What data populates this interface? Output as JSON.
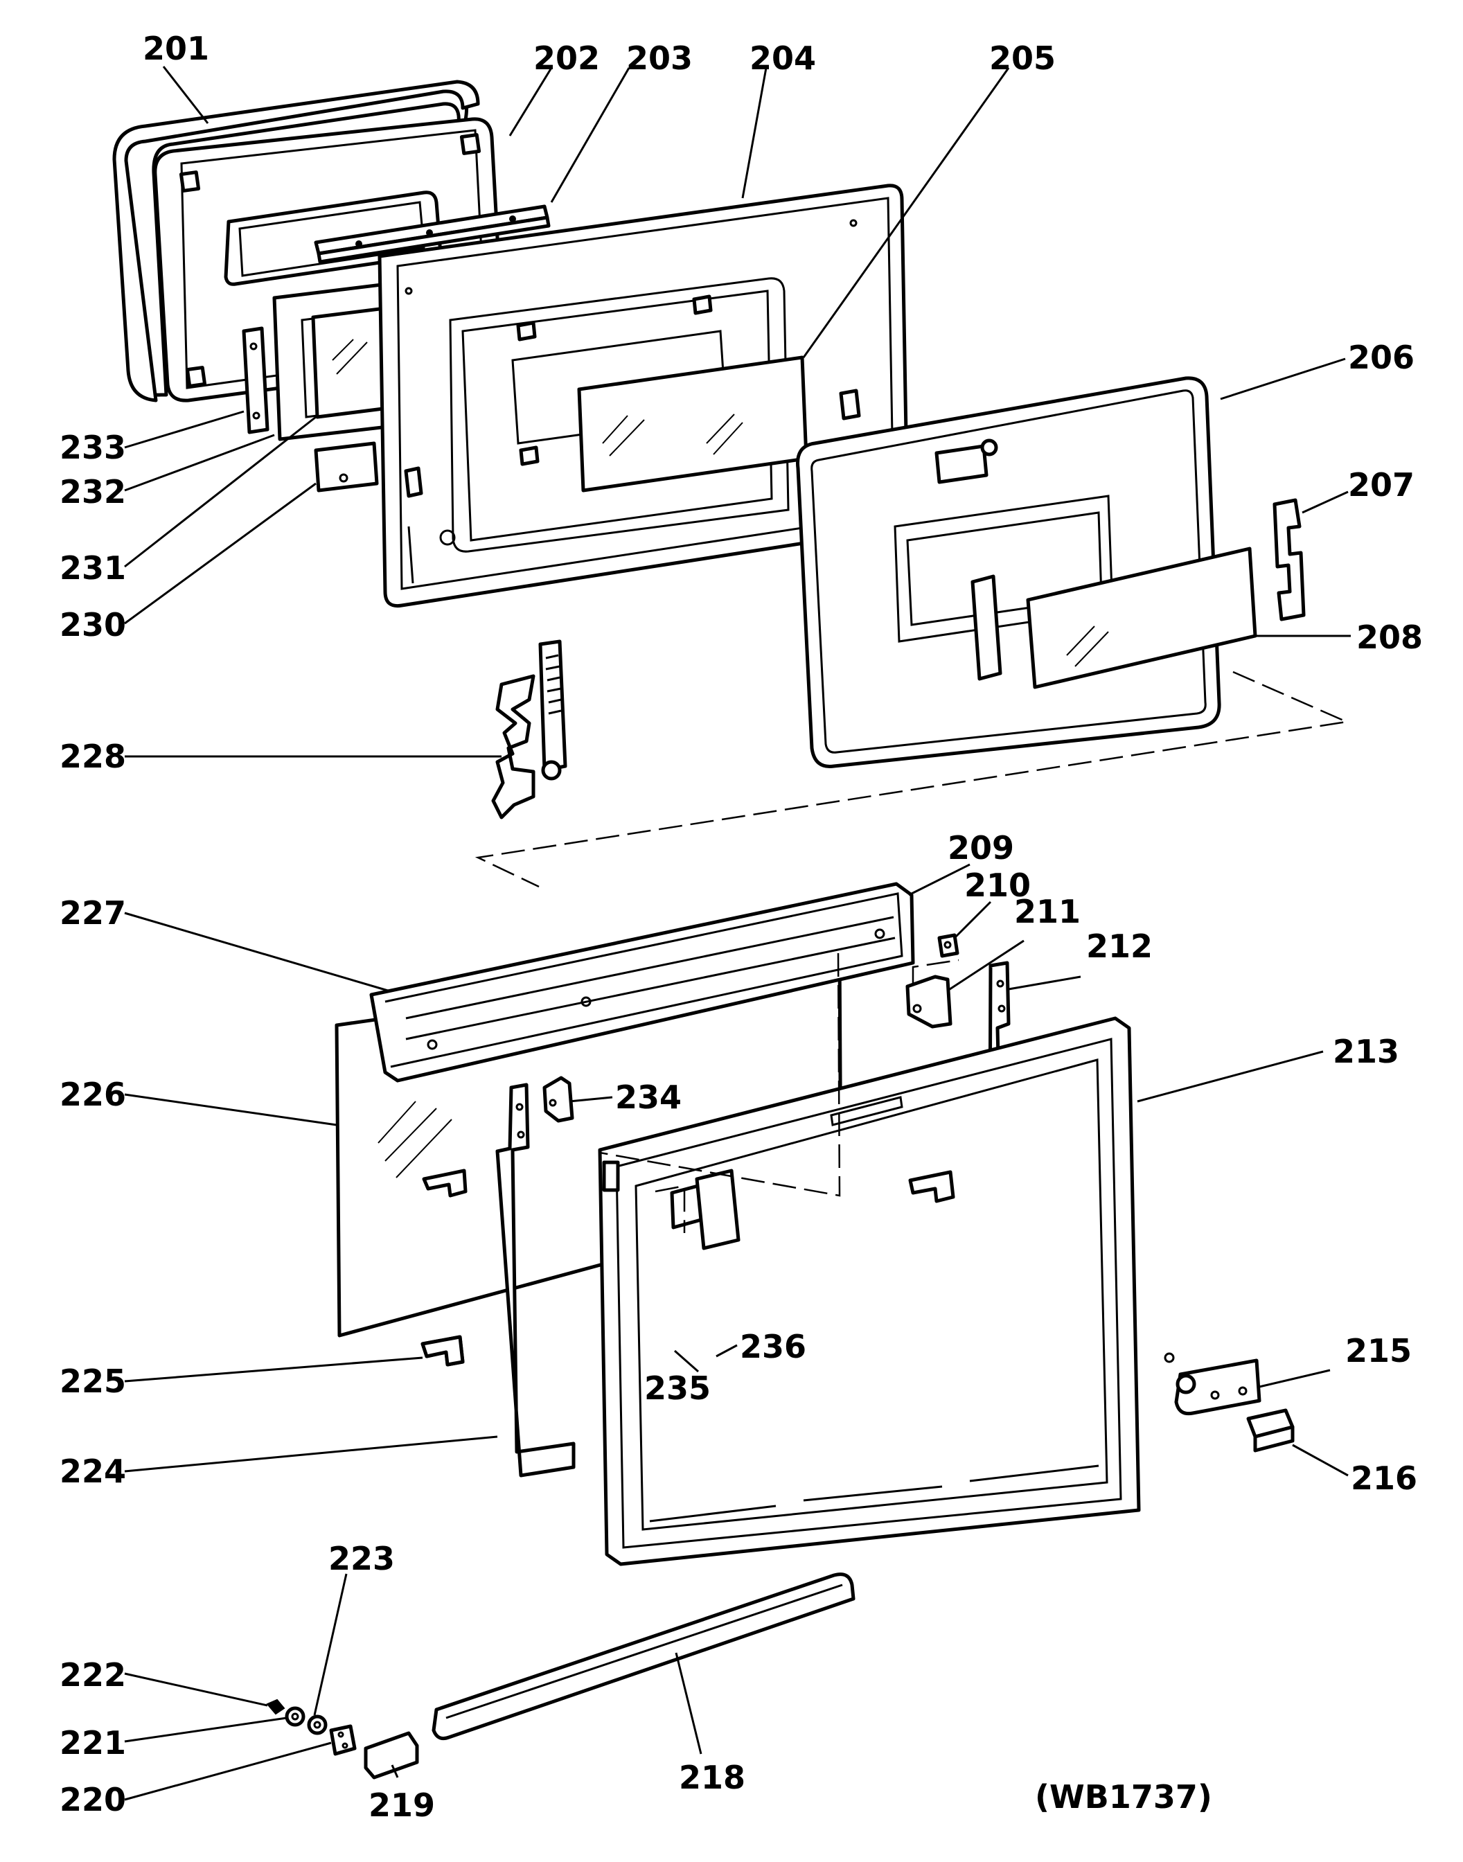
{
  "figure_code": "(WB1737)",
  "callouts": [
    {
      "id": "201",
      "label": "201"
    },
    {
      "id": "202",
      "label": "202"
    },
    {
      "id": "203",
      "label": "203"
    },
    {
      "id": "204",
      "label": "204"
    },
    {
      "id": "205",
      "label": "205"
    },
    {
      "id": "206",
      "label": "206"
    },
    {
      "id": "207",
      "label": "207"
    },
    {
      "id": "208",
      "label": "208"
    },
    {
      "id": "209",
      "label": "209"
    },
    {
      "id": "210",
      "label": "210"
    },
    {
      "id": "211",
      "label": "211"
    },
    {
      "id": "212",
      "label": "212"
    },
    {
      "id": "213",
      "label": "213"
    },
    {
      "id": "215",
      "label": "215"
    },
    {
      "id": "216",
      "label": "216"
    },
    {
      "id": "218",
      "label": "218"
    },
    {
      "id": "219",
      "label": "219"
    },
    {
      "id": "220",
      "label": "220"
    },
    {
      "id": "221",
      "label": "221"
    },
    {
      "id": "222",
      "label": "222"
    },
    {
      "id": "223",
      "label": "223"
    },
    {
      "id": "224",
      "label": "224"
    },
    {
      "id": "225",
      "label": "225"
    },
    {
      "id": "226",
      "label": "226"
    },
    {
      "id": "227",
      "label": "227"
    },
    {
      "id": "228",
      "label": "228"
    },
    {
      "id": "230",
      "label": "230"
    },
    {
      "id": "231",
      "label": "231"
    },
    {
      "id": "232",
      "label": "232"
    },
    {
      "id": "233",
      "label": "233"
    },
    {
      "id": "234",
      "label": "234"
    },
    {
      "id": "235",
      "label": "235"
    },
    {
      "id": "236",
      "label": "236"
    }
  ]
}
